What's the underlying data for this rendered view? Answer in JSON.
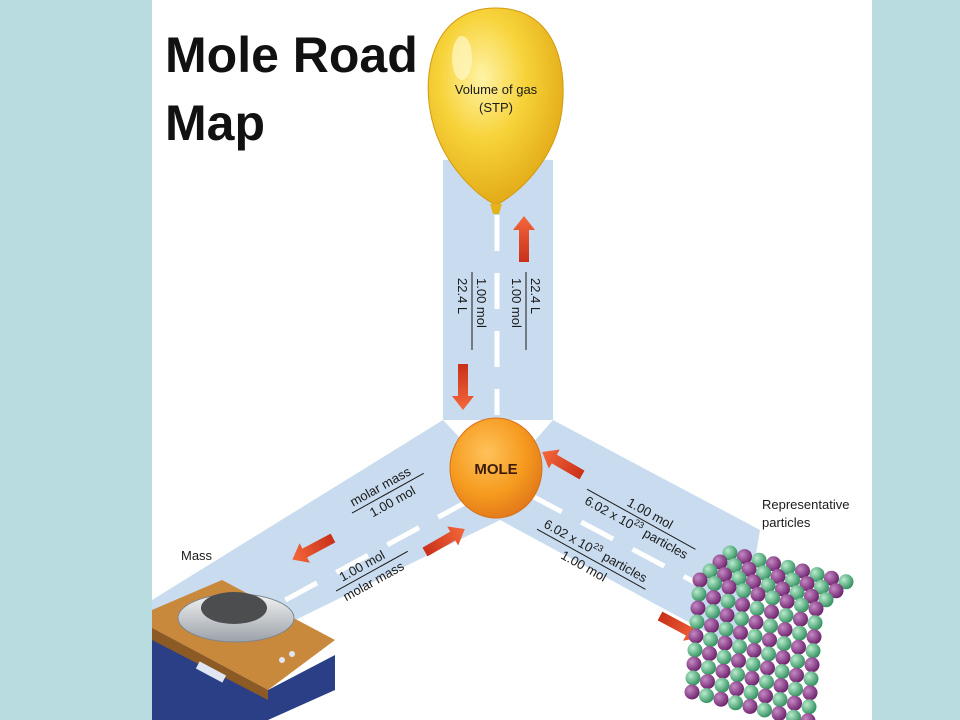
{
  "title": {
    "line1": "Mole Road",
    "line2": "Map"
  },
  "nodes": {
    "gas": {
      "label_line1": "Volume of gas",
      "label_line2": "(STP)"
    },
    "center": {
      "label": "MOLE"
    },
    "mass": {
      "label": "Mass"
    },
    "particles": {
      "label_line1": "Representative",
      "label_line2": "particles"
    }
  },
  "conversions": {
    "to_gas": {
      "numerator": "22.4 L",
      "denominator": "1.00 mol"
    },
    "from_gas": {
      "numerator": "1.00 mol",
      "denominator": "22.4 L"
    },
    "to_mass": {
      "numerator": "molar mass",
      "denominator": "1.00 mol"
    },
    "from_mass": {
      "numerator": "1.00 mol",
      "denominator": "molar mass"
    },
    "from_particles": {
      "numerator": "1.00 mol",
      "denominator": "6.02 x 10",
      "denominator_exp": "23",
      "denominator_unit": " particles"
    },
    "to_particles": {
      "numerator": "6.02 x 10",
      "numerator_exp": "23",
      "numerator_unit": " particles",
      "denominator": "1.00 mol"
    }
  },
  "colors": {
    "road": "#c9dcef",
    "arrow": "#e0442a",
    "mole": "#f39a1f",
    "balloon": "#f5cc2f"
  }
}
